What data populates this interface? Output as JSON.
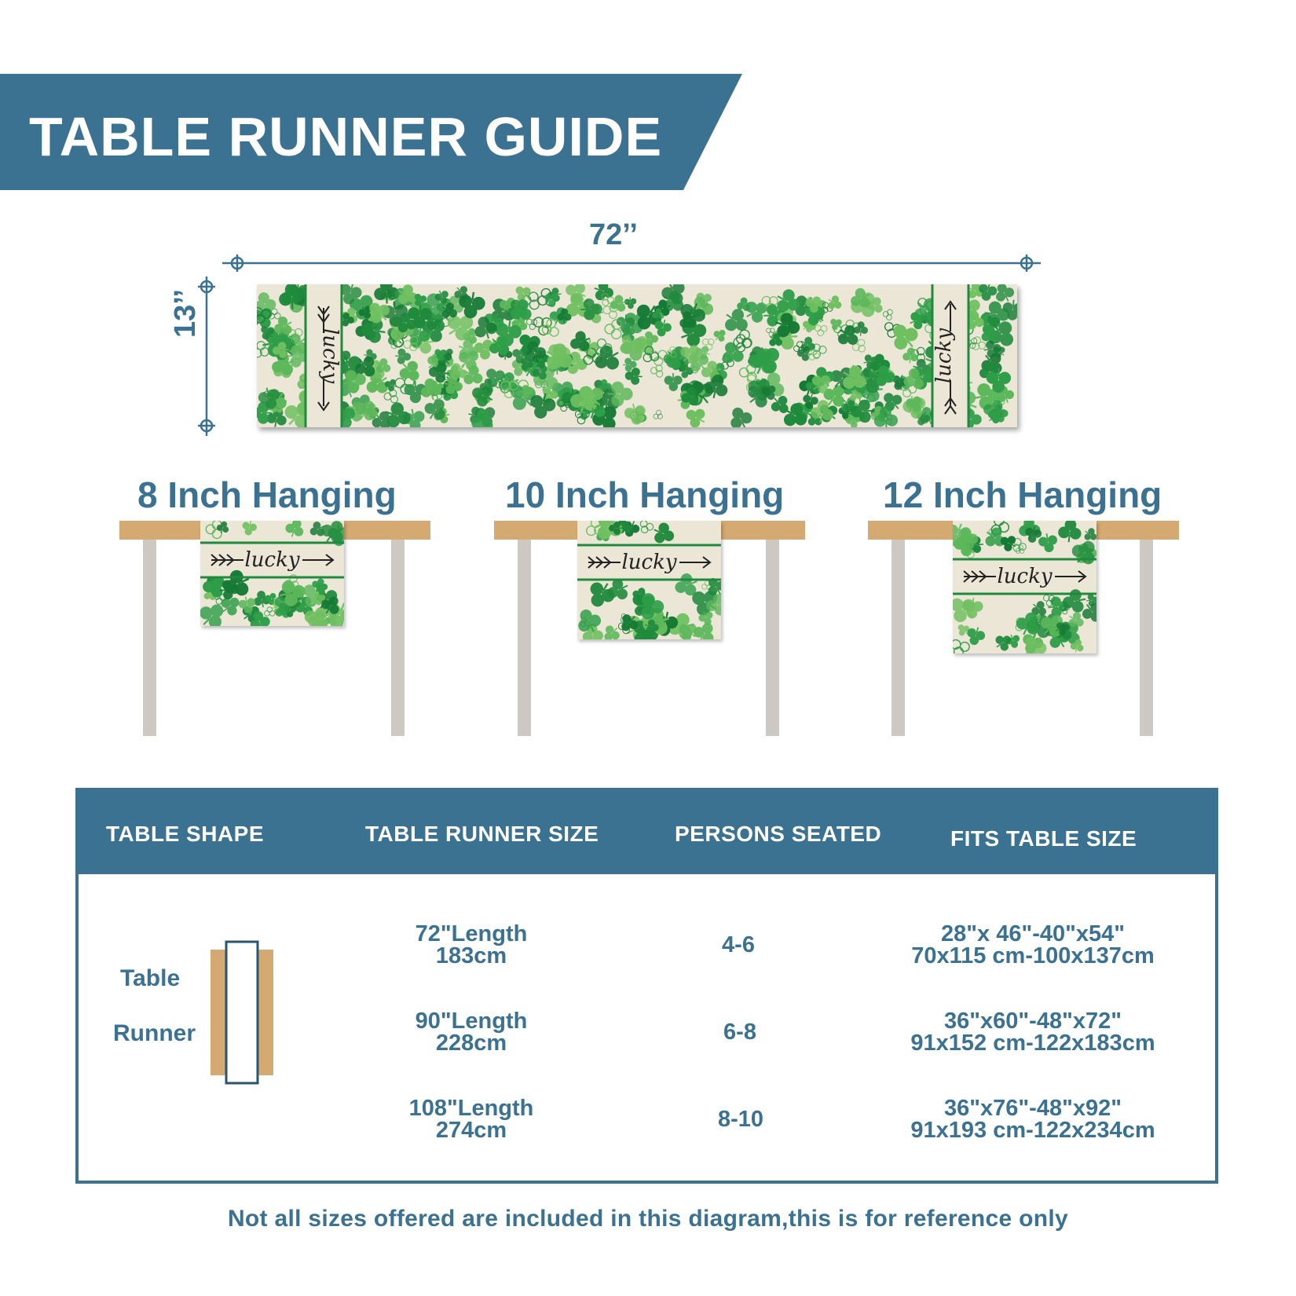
{
  "title": "TABLE RUNNER GUIDE",
  "runner": {
    "width_label": "72’’",
    "height_label": "13’’",
    "print_text": "lucky"
  },
  "hanging": [
    {
      "label": "8 Inch Hanging",
      "drop_inches": 8
    },
    {
      "label": "10 Inch Hanging",
      "drop_inches": 10
    },
    {
      "label": "12 Inch Hanging",
      "drop_inches": 12
    }
  ],
  "size_table": {
    "headers": [
      "TABLE SHAPE",
      "TABLE RUNNER SIZE",
      "PERSONS SEATED",
      "FITS TABLE SIZE"
    ],
    "shape_label_line1": "Table",
    "shape_label_line2": "Runner",
    "rows": [
      {
        "runner_size": "72\"Length",
        "runner_size_cm": "183cm",
        "persons": "4-6",
        "fits_in": "28\"x 46\"-40\"x54\"",
        "fits_cm": "70x115 cm-100x137cm"
      },
      {
        "runner_size": "90\"Length",
        "runner_size_cm": "228cm",
        "persons": "6-8",
        "fits_in": "36\"x60\"-48\"x72\"",
        "fits_cm": "91x152 cm-122x183cm"
      },
      {
        "runner_size": "108\"Length",
        "runner_size_cm": "274cm",
        "persons": "8-10",
        "fits_in": "36\"x76\"-48\"x92\"",
        "fits_cm": "91x193 cm-122x234cm"
      }
    ]
  },
  "footnote": "Not all sizes offered are included in this diagram,this is for reference only",
  "colors": {
    "brand_blue": "#3b7191",
    "table_wood": "#d4aa72",
    "table_leg": "#cdc8c2",
    "linen": "#ece6d6",
    "clover_dark": "#1f8a3c",
    "clover_light": "#5cb85a"
  }
}
